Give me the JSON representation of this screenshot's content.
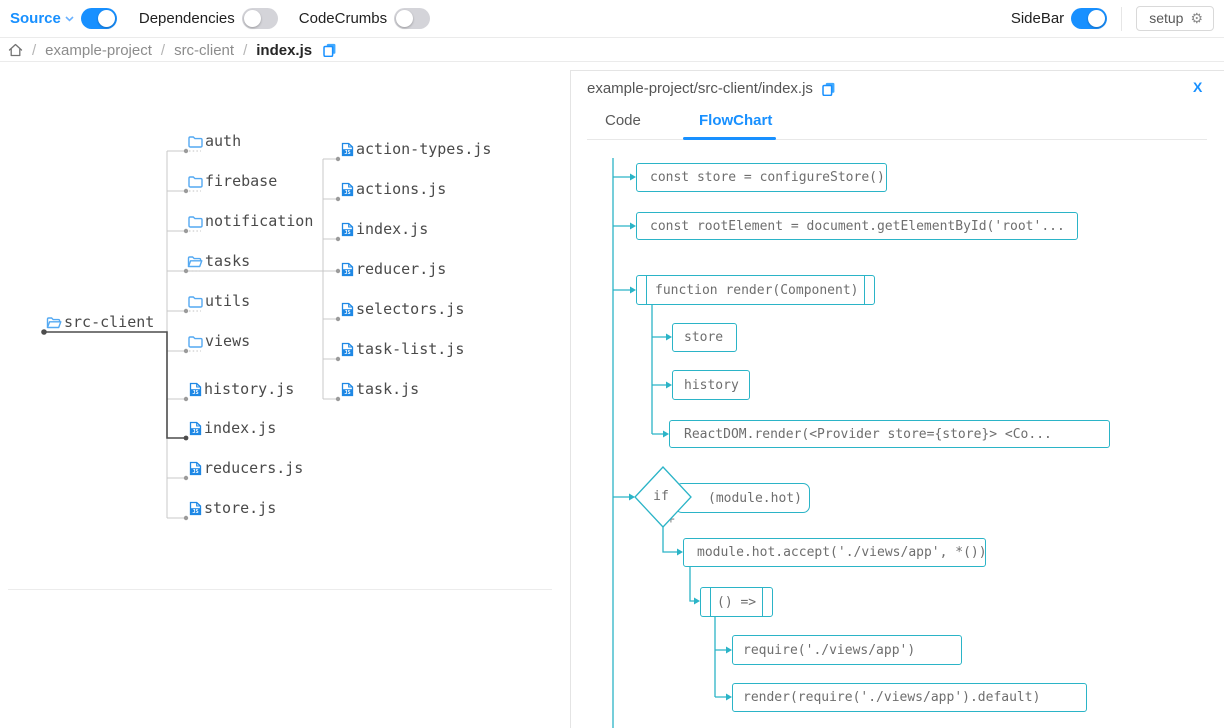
{
  "toolbar": {
    "source": {
      "label": "Source",
      "state": "on"
    },
    "dependencies": {
      "label": "Dependencies",
      "state": "off"
    },
    "codecrumbs": {
      "label": "CodeCrumbs",
      "state": "off"
    },
    "sidebar": {
      "label": "SideBar",
      "state": "on"
    },
    "setup_label": "setup",
    "gear_char": "⚙"
  },
  "breadcrumb": {
    "separator": "/",
    "items": [
      "example-project",
      "src-client",
      "index.js"
    ]
  },
  "tree": {
    "root": {
      "label": "src-client",
      "type": "folder-open"
    },
    "level1": [
      {
        "label": "auth",
        "type": "folder"
      },
      {
        "label": "firebase",
        "type": "folder"
      },
      {
        "label": "notification",
        "type": "folder"
      },
      {
        "label": "tasks",
        "type": "folder-open"
      },
      {
        "label": "utils",
        "type": "folder"
      },
      {
        "label": "views",
        "type": "folder"
      },
      {
        "label": "history.js",
        "type": "file"
      },
      {
        "label": "index.js",
        "type": "file",
        "selected": true
      },
      {
        "label": "reducers.js",
        "type": "file"
      },
      {
        "label": "store.js",
        "type": "file"
      }
    ],
    "level2": [
      {
        "label": "action-types.js",
        "type": "file"
      },
      {
        "label": "actions.js",
        "type": "file"
      },
      {
        "label": "index.js",
        "type": "file"
      },
      {
        "label": "reducer.js",
        "type": "file"
      },
      {
        "label": "selectors.js",
        "type": "file"
      },
      {
        "label": "task-list.js",
        "type": "file"
      },
      {
        "label": "task.js",
        "type": "file"
      }
    ]
  },
  "panel": {
    "title": "example-project/src-client/index.js",
    "close_label": "X",
    "tabs": [
      {
        "label": "Code",
        "active": false
      },
      {
        "label": "FlowChart",
        "active": true
      }
    ]
  },
  "flow": {
    "nodes": [
      {
        "label": "const store = configureStore()",
        "shape": "box"
      },
      {
        "label": "const rootElement = document.getElementById('root'...",
        "shape": "box"
      },
      {
        "label": "function render(Component)",
        "shape": "function"
      },
      {
        "label": "store",
        "shape": "box"
      },
      {
        "label": "history",
        "shape": "box"
      },
      {
        "label": "ReactDOM.render(<Provider store={store}> <Co...",
        "shape": "box"
      },
      {
        "label": "if",
        "shape": "diamond"
      },
      {
        "label": "(module.hot)",
        "shape": "rounded"
      },
      {
        "label": "+",
        "shape": "label"
      },
      {
        "label": "module.hot.accept('./views/app', *())",
        "shape": "box"
      },
      {
        "label": "() =>",
        "shape": "function"
      },
      {
        "label": "require('./views/app')",
        "shape": "box"
      },
      {
        "label": "render(require('./views/app').default)",
        "shape": "box"
      }
    ]
  },
  "colors": {
    "accent_blue": "#1890ff",
    "flow_cyan": "#2bb4c7",
    "folder_icon_blue": "#54a9f2",
    "file_icon_blue": "#1e88e5",
    "tree_line_gray": "#c9c9c9",
    "tree_line_dark": "#4d4d4d"
  }
}
